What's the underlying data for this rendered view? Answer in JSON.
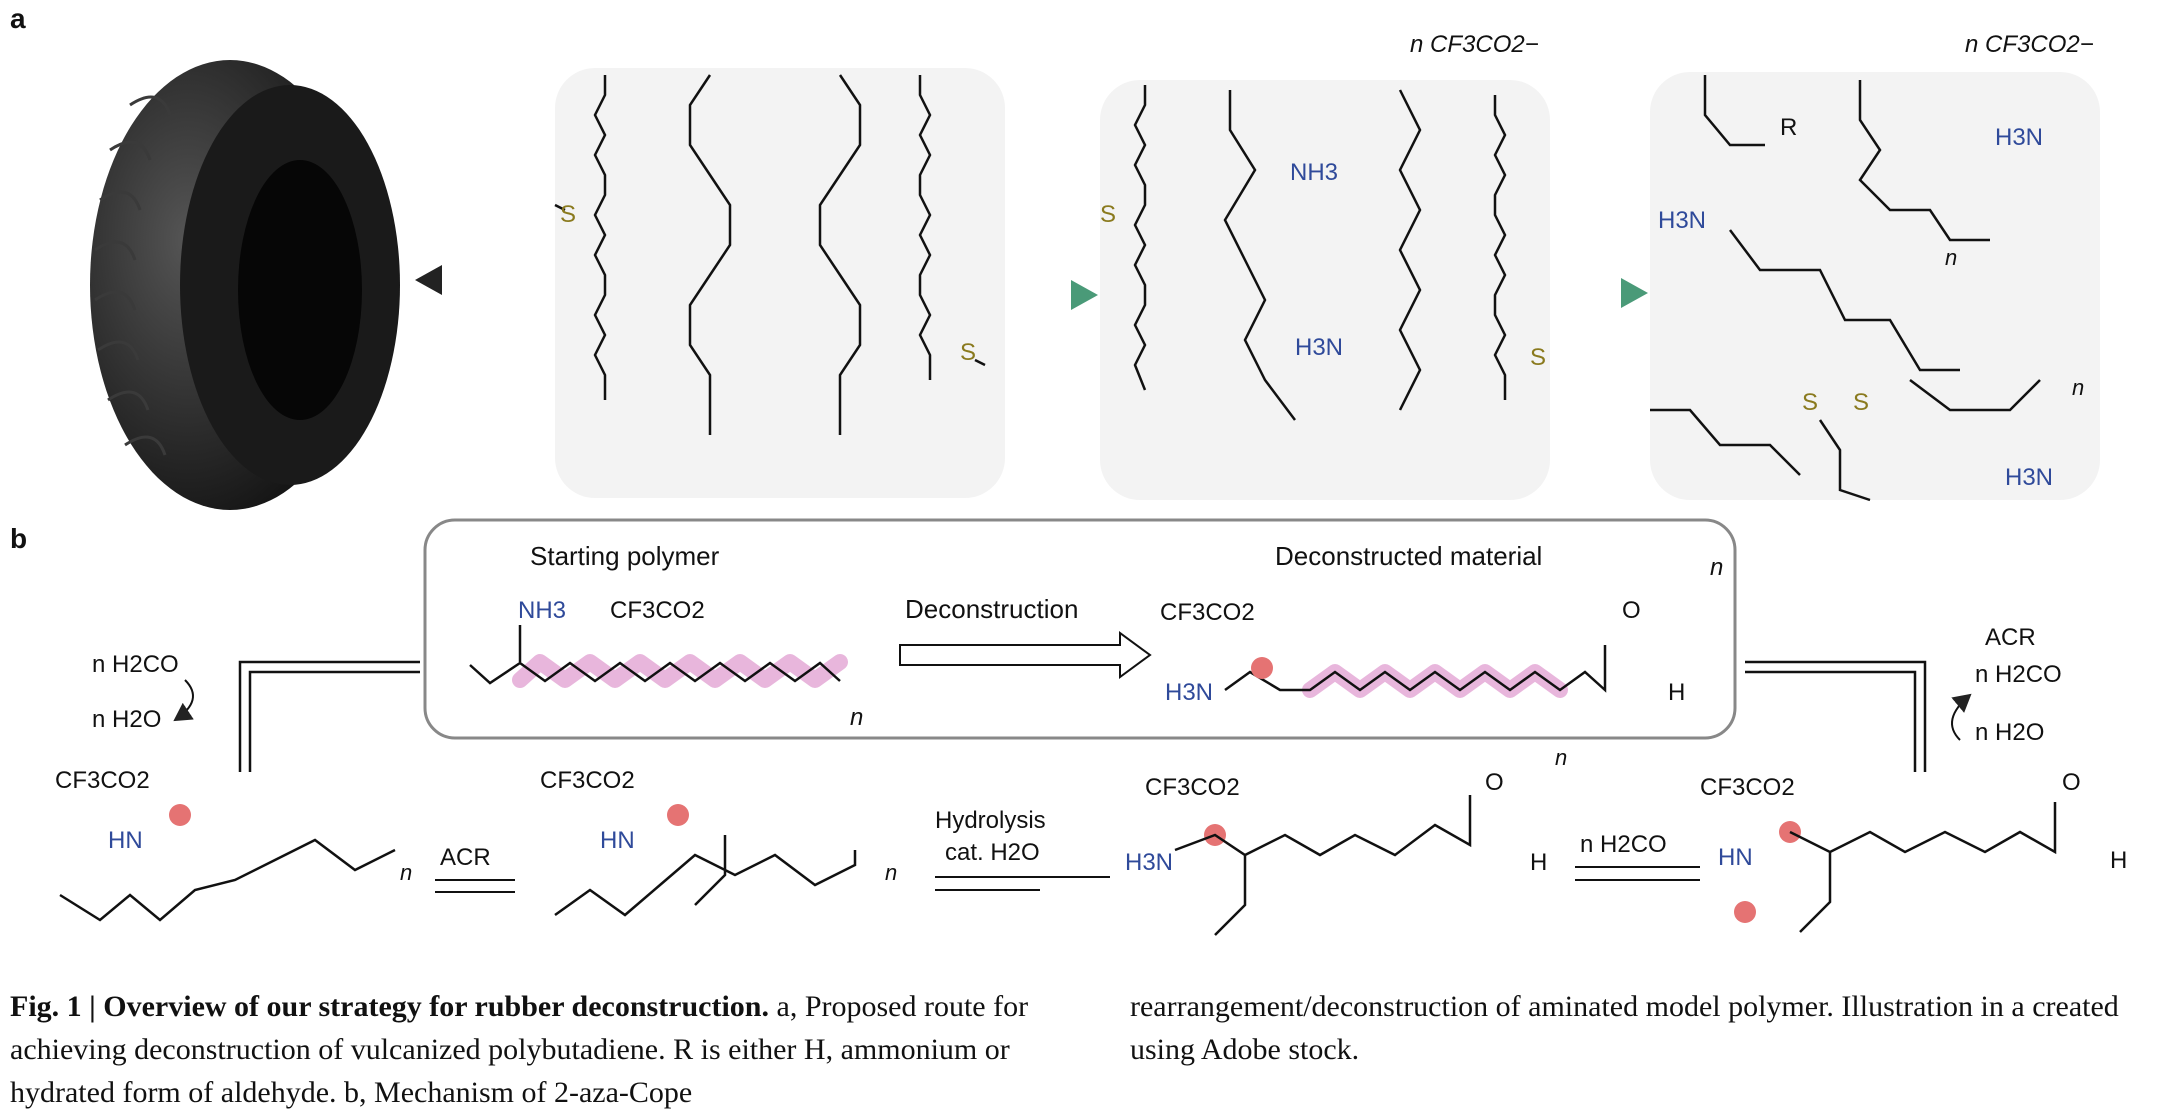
{
  "panel_labels": {
    "a": "a",
    "b": "b"
  },
  "colors": {
    "nitrogen": "#2f4a9a",
    "sulfur": "#8a7a1e",
    "oxygen_red": "#c8102e",
    "highlight": "#e8b6dc",
    "dot": "#e57373",
    "arrow_green": "#4a9a78",
    "box_fill": "#f3f3f3",
    "box_border": "#888888"
  },
  "icons": {
    "tire": "tire-illustration"
  },
  "panel_a": {
    "counter_ion": "n CF3CO2−",
    "sulfur": "S",
    "amine": "NH3",
    "amine_left": "H3N",
    "r_group": "R",
    "subscript_n": "n"
  },
  "panel_b": {
    "box": {
      "starting_polymer": "Starting polymer",
      "deconstruction": "Deconstruction",
      "deconstructed_material": "Deconstructed material",
      "nh3": "NH3",
      "cf3co2": "CF3CO2",
      "h3n": "H3N",
      "o": "O",
      "h": "H",
      "n": "n"
    },
    "left": {
      "h2co": "n H2CO",
      "h2o": "n H2O",
      "cf3co2": "CF3CO2",
      "hn": "HN",
      "acr": "ACR",
      "n": "n"
    },
    "middle": {
      "cf3co2": "CF3CO2",
      "hn": "HN",
      "hydrolysis": "Hydrolysis",
      "cat_h2o": "cat. H2O",
      "h3n": "H3N",
      "o": "O",
      "h": "H",
      "n": "n"
    },
    "right": {
      "acr": "ACR",
      "h2co_top": "n H2CO",
      "h2o": "n H2O",
      "h2co_eq": "n H2CO",
      "cf3co2": "CF3CO2",
      "hn": "HN",
      "o": "O",
      "h": "H"
    }
  },
  "caption": {
    "fig_label": "Fig. 1 | Overview of our strategy for rubber deconstruction.",
    "col1_after_bold": " a, Proposed route for achieving deconstruction of vulcanized polybutadiene. R is either H, ammonium or hydrated form of aldehyde. b, Mechanism of 2-aza-Cope",
    "col2": "rearrangement/deconstruction of aminated model polymer. Illustration in a created using Adobe stock."
  }
}
